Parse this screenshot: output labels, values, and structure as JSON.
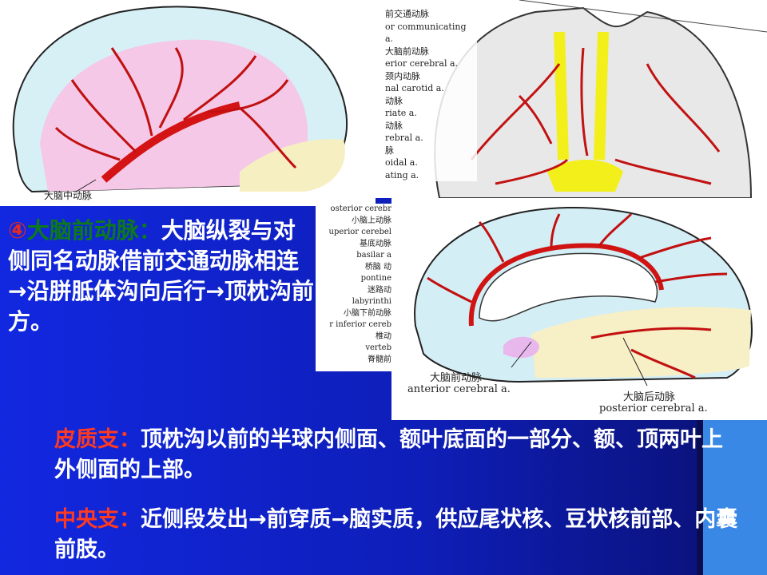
{
  "figure_top_left": {
    "label": "大脑中动脉"
  },
  "figure_top_right": {
    "labels": [
      "前交通动脉",
      "or communicating a.",
      "大脑前动脉",
      "erior cerebral a.",
      "颈内动脉",
      "nal carotid a.",
      "动脉",
      "riate a.",
      "动脉",
      "rebral a.",
      "脉",
      "oidal a.",
      "ating a."
    ]
  },
  "figure_middle_labels": [
    "osterior cerebr",
    "小脑上动脉",
    "uperior cerebel",
    "基底动脉",
    "basilar a",
    "桥脑 动",
    "pontine",
    "迷路动",
    "labyrinthi",
    "小脑下前动脉",
    "r inferior cereb",
    "椎动",
    "verteb",
    "脊髓前"
  ],
  "figure_bottom_right": {
    "label_1_cn": "大脑前动脉",
    "label_1_en": "anterior cerebral a.",
    "label_2_cn": "大脑后动脉",
    "label_2_en": "posterior cerebral a."
  },
  "intro": {
    "number": "④",
    "title": "大脑前动脉：",
    "text": "大脑纵裂与对侧同名动脉借前交通动脉相连→沿胼胝体沟向后行→顶枕沟前方。"
  },
  "bullets": [
    {
      "key": "皮质支：",
      "text": "顶枕沟以前的半球内侧面、额叶底面的一部分、额、顶两叶上外侧面的上部。"
    },
    {
      "key": "中央支：",
      "text": "近侧段发出→前穿质→脑实质，供应尾状核、豆状核前部、内囊前肢。"
    }
  ],
  "colors": {
    "background": "#1228e0",
    "artery": "#cc1a1a",
    "highlight_key": "#ff3a20"
  }
}
